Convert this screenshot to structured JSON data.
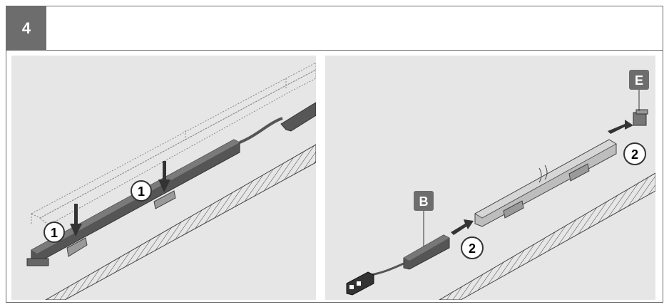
{
  "step": {
    "number": "4"
  },
  "left_panel": {
    "callouts": [
      {
        "text": "1"
      },
      {
        "text": "1"
      }
    ]
  },
  "right_panel": {
    "callouts": [
      {
        "text": "2"
      },
      {
        "text": "2"
      }
    ],
    "labels": [
      {
        "text": "B"
      },
      {
        "text": "E"
      }
    ]
  },
  "colors": {
    "frame": "#6b6b6b",
    "panel_bg": "#e6e6e6",
    "label_bg": "#6d6d6d",
    "bar": "#555555"
  }
}
